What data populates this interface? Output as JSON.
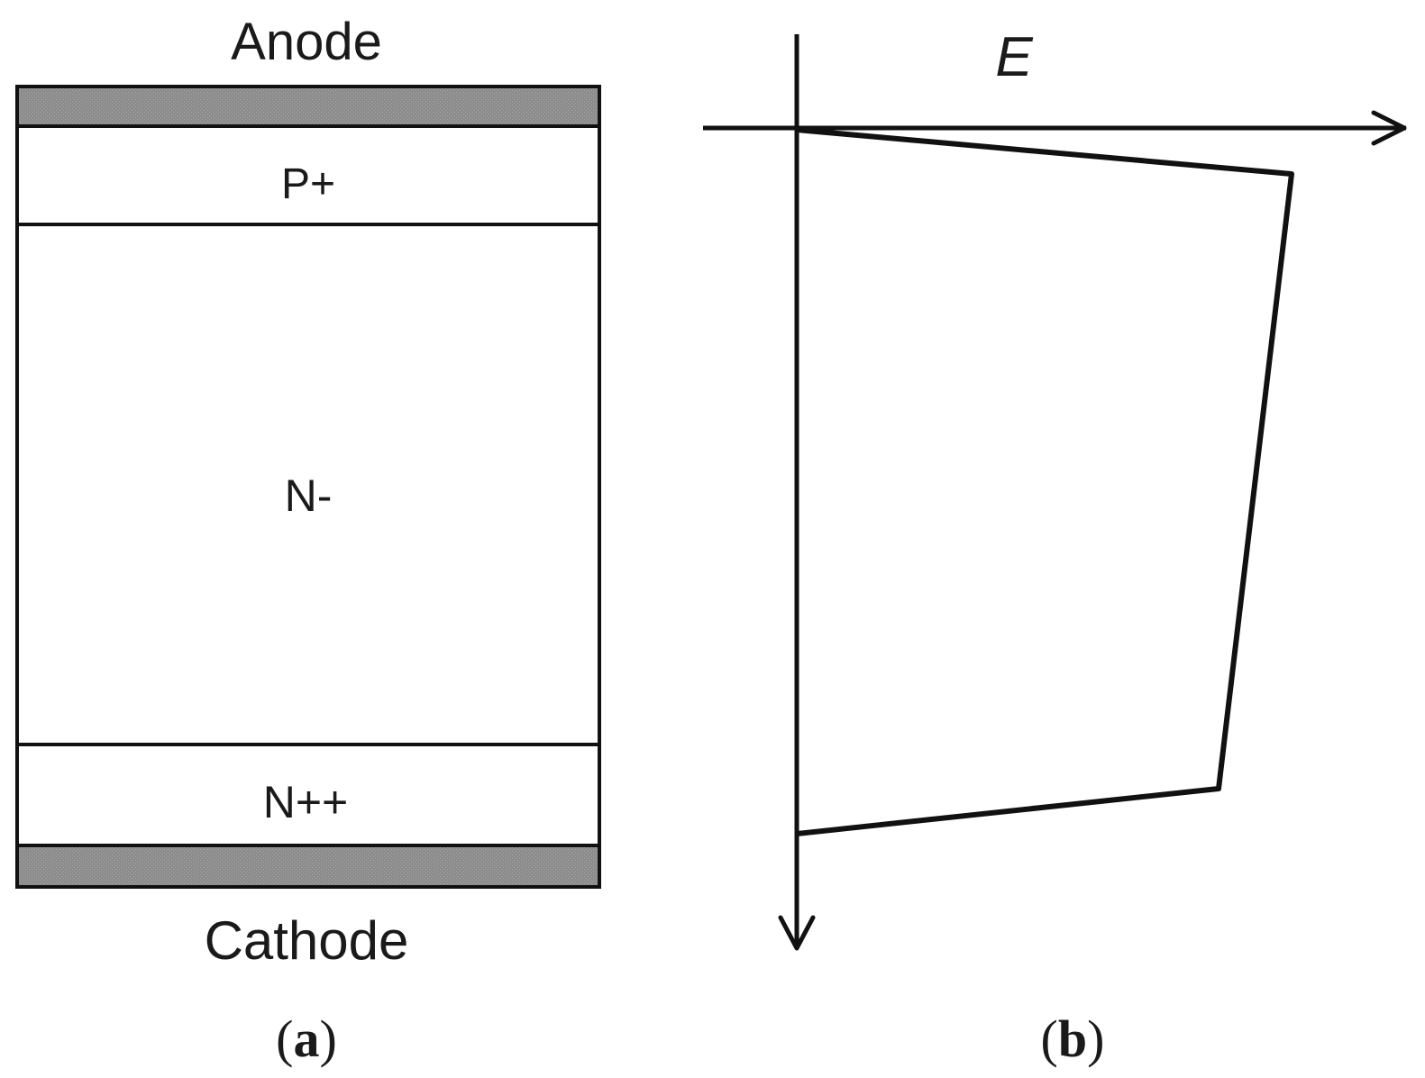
{
  "panel_a": {
    "anode_label": "Anode",
    "cathode_label": "Cathode",
    "layers": {
      "p_plus": "P+",
      "n_minus": "N-",
      "n_plus_plus": "N++"
    },
    "caption": {
      "open": "(",
      "letter": "a",
      "close": ")"
    }
  },
  "panel_b": {
    "axis_label": "E",
    "caption": {
      "open": "(",
      "letter": "b",
      "close": ")"
    }
  },
  "colors": {
    "stroke": "#111111",
    "contact_fill": "#8c8c8c",
    "background": "#ffffff"
  }
}
